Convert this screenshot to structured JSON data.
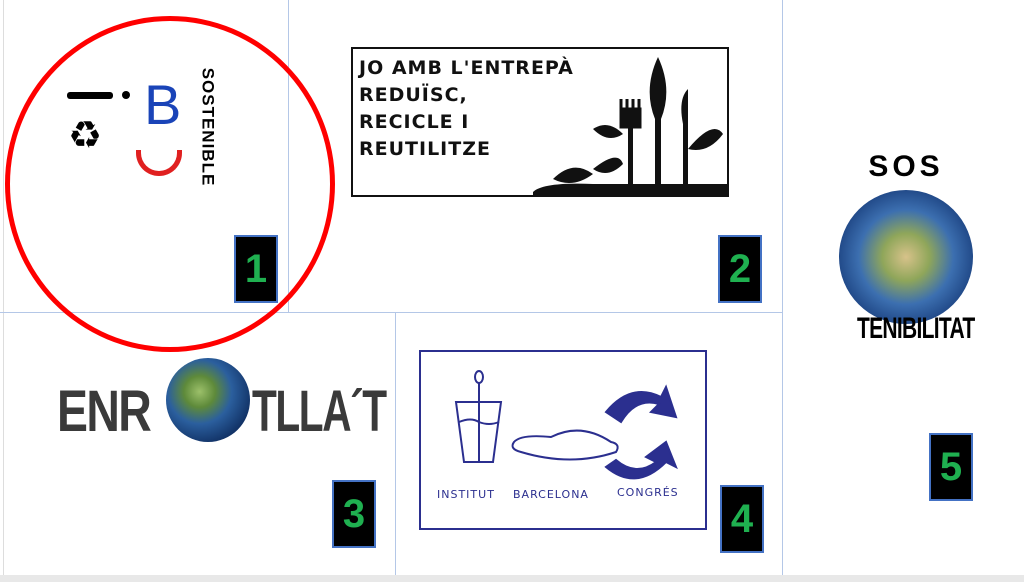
{
  "logos": [
    {
      "number": "1",
      "brand_letter": "B",
      "side_text": "SOSTENIBLE"
    },
    {
      "number": "2",
      "lines": [
        "JO AMB L'ENTREPÀ",
        "REDUÏSC,",
        "RECICLE I",
        "REUTILITZE"
      ]
    },
    {
      "number": "3",
      "text_left": "ENR",
      "text_right": "TLLA´T"
    },
    {
      "number": "4",
      "labels": [
        "INSTITUT",
        "BARCELONA",
        "CONGRÉS"
      ]
    },
    {
      "number": "5",
      "top_text": "SOS",
      "bottom_text": "TENIBILITAT"
    }
  ],
  "colors": {
    "highlight_circle": "#ff0000",
    "number_text": "#1fb050",
    "brand_blue": "#1a44b8",
    "sketch_blue": "#2b2f8f"
  }
}
